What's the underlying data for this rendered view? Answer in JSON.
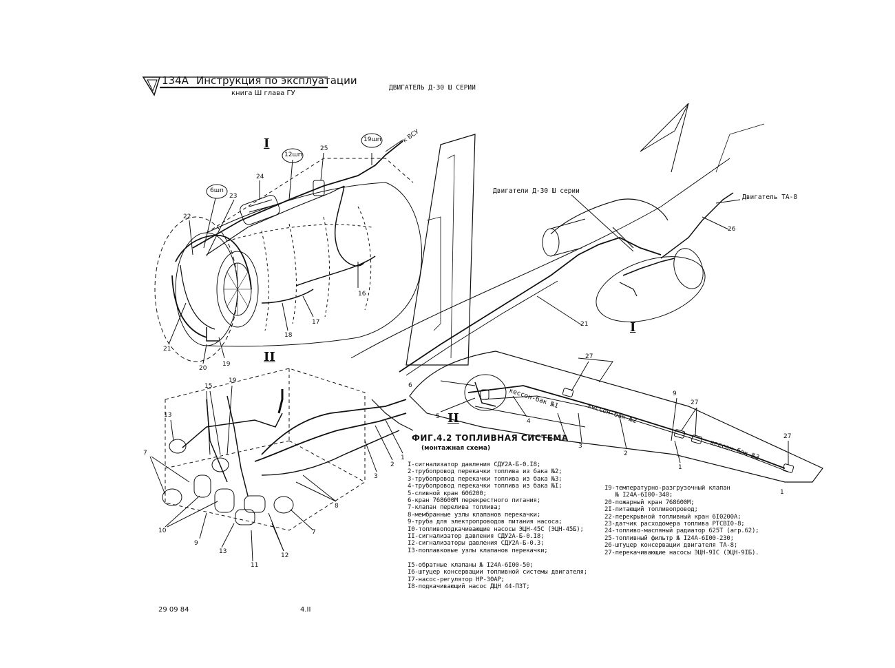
{
  "header": {
    "model": "134А",
    "title": "Инструкция по эксплуатации",
    "subtitle": "книга Ш глава ГУ",
    "engine_series": "ДВИГАТЕЛЬ Д-30 Ш СЕРИИ"
  },
  "views": {
    "view1_label": "I",
    "view2_label": "II",
    "view1_callout_label": "I",
    "view2_callout_label": "II"
  },
  "diagram_labels": {
    "to_vsu": "к ВСУ",
    "engines_d30": "Двигатели Д-30 Ш серии",
    "engine_ta8": "Двигатель ТА-8",
    "tank1": "кессон-бак №1",
    "tank2": "кессон-бак №2",
    "tank3": "кессон-бак №3",
    "frame6": "6шп",
    "frame12": "12шп",
    "frame19": "19шп"
  },
  "callouts": {
    "n1": "1",
    "n2": "2",
    "n3": "3",
    "n4": "4",
    "n5": "5",
    "n6": "6",
    "n7": "7",
    "n8": "8",
    "n9": "9",
    "n10": "10",
    "n11": "11",
    "n12": "12",
    "n13": "13",
    "n15": "15",
    "n16": "16",
    "n17": "17",
    "n18": "18",
    "n19": "19",
    "n20": "20",
    "n21": "21",
    "n22": "22",
    "n23": "23",
    "n24": "24",
    "n25": "25",
    "n26": "26",
    "n27": "27"
  },
  "figure": {
    "title": "ФИГ.4.2  ТОПЛИВНАЯ  СИСТЕМА",
    "subtitle": "(монтажная  схема)"
  },
  "legend_left": "I-сигнализатор давления СДУ2А-Б-0.I8;\n2-трубопровод перекачки топлива из бака №2;\n3-трубопровод перекачки топлива из бака №3;\n4-трубопровод перекачки топлива из бака №I;\n5-сливной кран 606200;\n6-кран 768600М перекрестного питания;\n7-клапан перелива топлива;\n8-мембранные узлы клапанов перекачки;\n9-труба для электропроводов питания насоса;\nI0-топливоподкачивающие насосы ЭЦН-45С (ЭЦН-45Б);\nII-сигнализатор давления СДУ2А-Б-0.I8;\nI2-сигнализаторы давления СДУ2А-Б-0.3;\nI3-поплавковые узлы клапанов перекачки;\n\nI5-обратные клапаны № I24А-6I00-50;\nI6-штуцер консервации топливной системы двигателя;\nI7-насос-регулятор НР-30АР;\nI8-подкачивающий насос ДЦН 44-ПЗТ;",
  "legend_right": "I9-температурно-разгрузочный клапан\n   № I24А-6I00-340;\n20-пожарный кран 768600М;\n2I-питающий топливопровод;\n22-перекрывной топливный кран 6I0200А;\n23-датчик расходомера топлива РТСВI0-8;\n24-топливо-масляный радиатор 625Т (агр.62);\n25-топливный фильтр № I24А-6I00-230;\n26-штуцер консервации двигателя ТА-8;\n27-перекачивающие насосы ЭЦН-9IС (ЭЦН-9IБ).",
  "footer": {
    "date": "29 09 84",
    "page": "4.II"
  }
}
